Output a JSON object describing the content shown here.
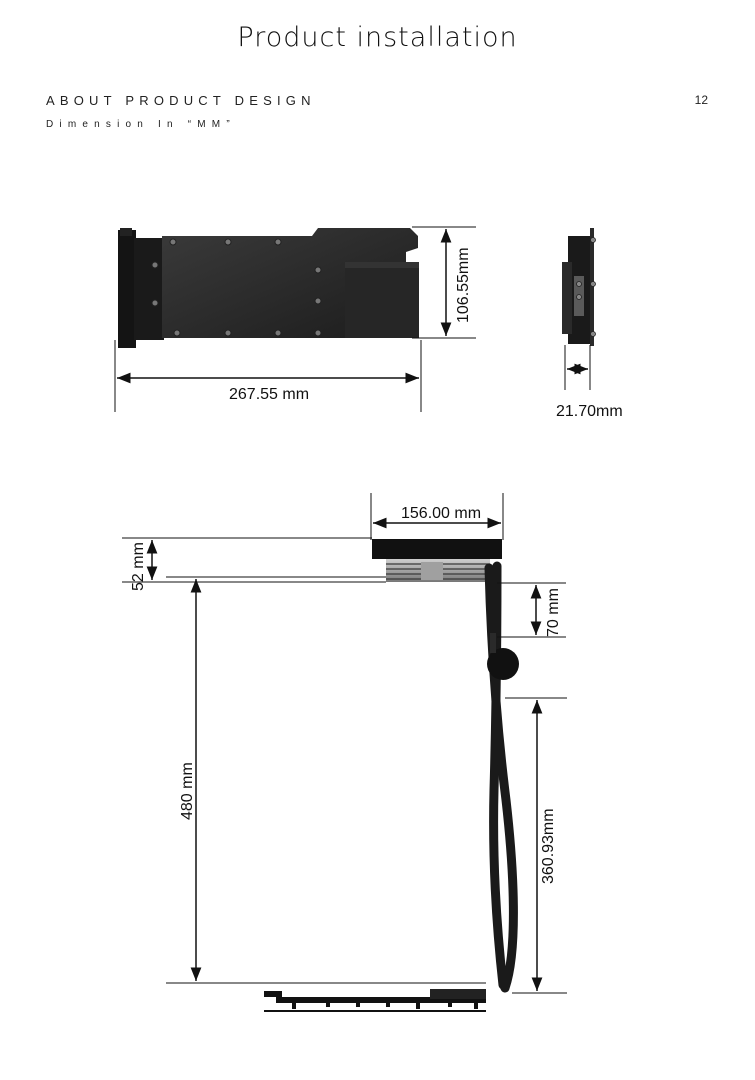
{
  "header": {
    "title": "Product installation",
    "section": "ABOUT PRODUCT DESIGN",
    "subsection": "Dimension In “MM”",
    "page_number": "12"
  },
  "dimensions": {
    "length": "267.55 mm",
    "height": "106.55mm",
    "thickness": "21.70mm",
    "radiator_width": "156.00 mm",
    "radiator_height": "52 mm",
    "fan_offset": "70 mm",
    "tube_length_long": "480 mm",
    "tube_length_short": "360.93mm"
  }
}
